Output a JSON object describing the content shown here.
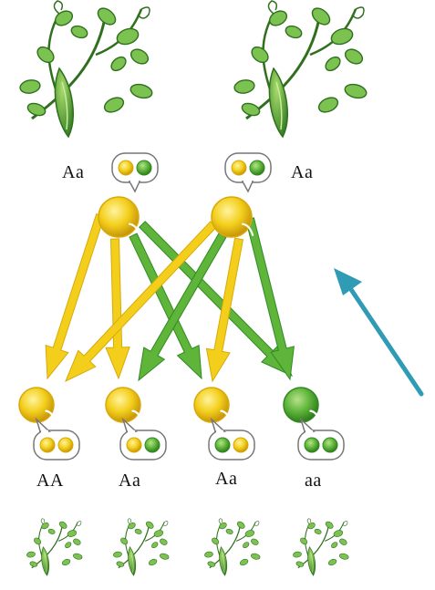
{
  "colors": {
    "yellow": "#f3cf1b",
    "yellow_dark": "#d9a90a",
    "green": "#5fb43a",
    "green_dark": "#2f8a21",
    "leaf": "#7cc251",
    "leaf_dark": "#2f6f1e",
    "pointer_arrow": "#2f9bb5"
  },
  "parents": [
    {
      "genotype": "Aa",
      "allele_pair": [
        "yellow",
        "green"
      ]
    },
    {
      "genotype": "Aa",
      "allele_pair": [
        "yellow",
        "green"
      ]
    }
  ],
  "offspring": [
    {
      "genotype": "AA",
      "seed": "yellow",
      "allele_pair": [
        "yellow",
        "yellow"
      ]
    },
    {
      "genotype": "Aa",
      "seed": "yellow",
      "allele_pair": [
        "yellow",
        "green"
      ]
    },
    {
      "genotype": "Aa",
      "seed": "yellow",
      "allele_pair": [
        "green",
        "yellow"
      ]
    },
    {
      "genotype": "aa",
      "seed": "green",
      "allele_pair": [
        "green",
        "green"
      ]
    }
  ],
  "crosses": [
    {
      "from": 0,
      "to": 0,
      "allele": "yellow"
    },
    {
      "from": 0,
      "to": 1,
      "allele": "yellow"
    },
    {
      "from": 0,
      "to": 2,
      "allele": "green"
    },
    {
      "from": 0,
      "to": 3,
      "allele": "green"
    },
    {
      "from": 1,
      "to": 0,
      "allele": "yellow"
    },
    {
      "from": 1,
      "to": 1,
      "allele": "green"
    },
    {
      "from": 1,
      "to": 2,
      "allele": "yellow"
    },
    {
      "from": 1,
      "to": 3,
      "allele": "green"
    }
  ]
}
